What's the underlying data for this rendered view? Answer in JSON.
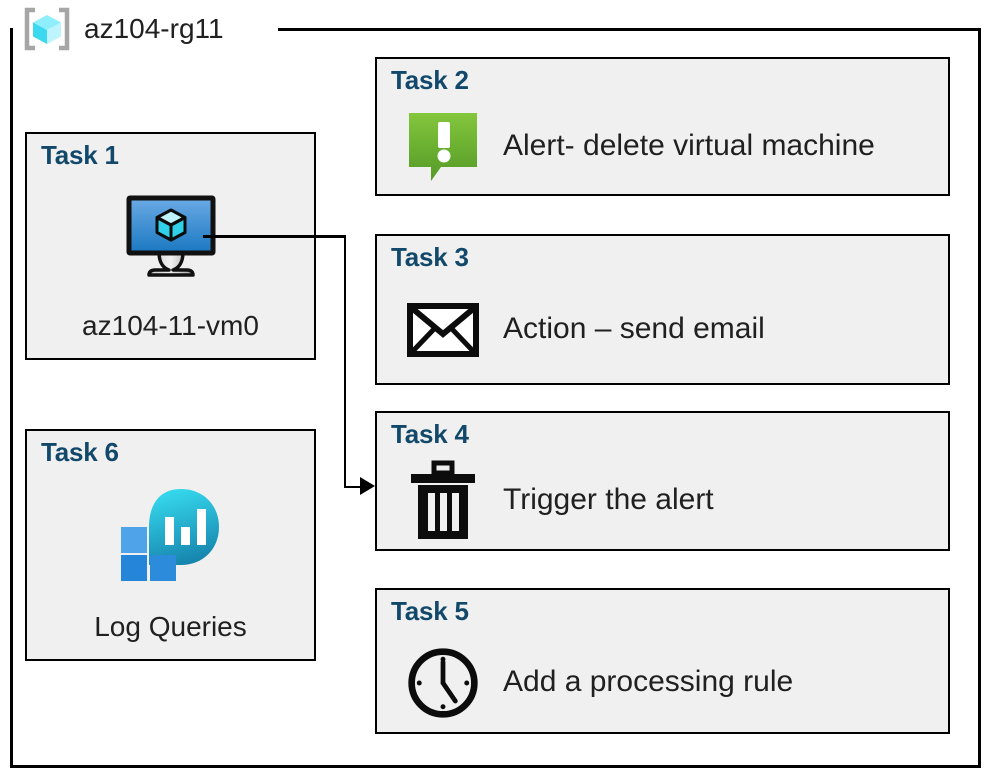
{
  "resource_group": {
    "name": "az104-rg11",
    "icon": "resource-group-cube-icon"
  },
  "colors": {
    "task_title_blue": "#12496B",
    "card_fill": "#F0F0F0",
    "card_border": "#000000",
    "alert_green_light": "#7FC242",
    "alert_green_dark": "#5A9E2B",
    "vm_blue_light": "#5EA0DC",
    "vm_blue_dark": "#1A78C2",
    "log_cyan": "#32D4E8",
    "log_teal": "#1B8CB0",
    "log_square_light": "#4FA3E8",
    "log_square_dark": "#2585D8",
    "rg_cube_cyan": "#6FE6F8",
    "rg_bracket_gray": "#A6A6A6"
  },
  "tasks": [
    {
      "id": "task1",
      "title": "Task 1",
      "label": "az104-11-vm0",
      "icon": "virtual-machine-icon",
      "layout": "card"
    },
    {
      "id": "task2",
      "title": "Task 2",
      "label": "Alert- delete virtual machine",
      "icon": "alert-exclamation-icon",
      "layout": "row"
    },
    {
      "id": "task3",
      "title": "Task 3",
      "label": "Action – send email",
      "icon": "envelope-icon",
      "layout": "row"
    },
    {
      "id": "task4",
      "title": "Task 4",
      "label": "Trigger the alert",
      "icon": "trash-can-icon",
      "layout": "row"
    },
    {
      "id": "task5",
      "title": "Task 5",
      "label": "Add a processing rule",
      "icon": "clock-icon",
      "layout": "row"
    },
    {
      "id": "task6",
      "title": "Task 6",
      "label": "Log Queries",
      "icon": "log-analytics-icon",
      "layout": "card"
    }
  ],
  "connector": {
    "from": "task1",
    "to": "task4",
    "arrow": "arrow-right"
  }
}
